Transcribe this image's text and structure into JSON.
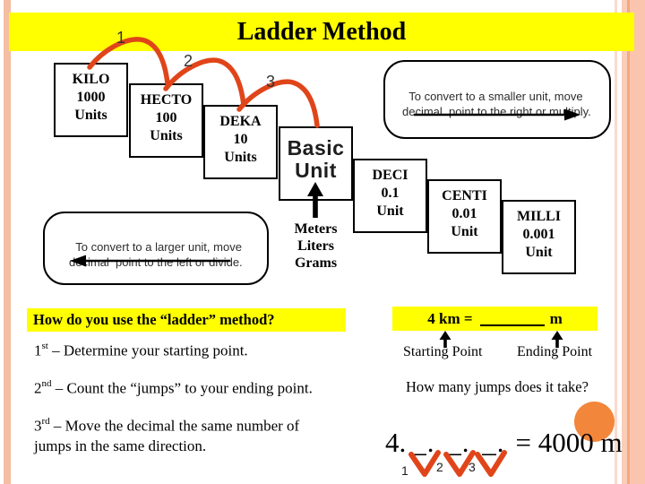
{
  "slide_title": "Ladder Method",
  "ladder": {
    "jump_labels": [
      "1",
      "2",
      "3"
    ],
    "boxes": [
      {
        "line1": "KILO",
        "line2": "1000",
        "line3": "Units"
      },
      {
        "line1": "HECTO",
        "line2": "100",
        "line3": "Units"
      },
      {
        "line1": "DEKA",
        "line2": "10",
        "line3": "Units"
      },
      {
        "line1": "Basic",
        "line2": "Unit"
      },
      {
        "line1": "DECI",
        "line2": "0.1",
        "line3": "Unit"
      },
      {
        "line1": "CENTI",
        "line2": "0.01",
        "line3": "Unit"
      },
      {
        "line1": "MILLI",
        "line2": "0.001",
        "line3": "Unit"
      }
    ],
    "base_unit_examples": "Meters\nLiters\nGrams"
  },
  "callouts": {
    "smaller_unit": "To convert to a smaller unit, move\ndecimal  point to the right or multiply.",
    "larger_unit": "To convert to a larger unit, move\ndecimal  point to the left or divide."
  },
  "how_to": {
    "question": "How do you use the “ladder” method?",
    "steps": [
      {
        "ordinal": "1",
        "suffix": "st",
        "text": " – Determine your starting point."
      },
      {
        "ordinal": "2",
        "suffix": "nd",
        "text": " – Count the “jumps” to your ending point."
      },
      {
        "ordinal": "3",
        "suffix": "rd",
        "text": " – Move the decimal the same number of\njumps in the same direction."
      }
    ]
  },
  "example": {
    "equation_prefix": "4 km =",
    "equation_unit": "m",
    "starting_point_label": "Starting Point",
    "ending_point_label": "Ending Point",
    "jumps_question": "How many jumps does it take?",
    "answer_start": "4.",
    "answer_blanks": "_. _. _.",
    "answer_result": "= 4000 m",
    "jump_numbers": [
      "1",
      "2",
      "3"
    ]
  },
  "colors": {
    "highlight_yellow": "#ffff00",
    "jump_arrow_red": "#e0451a",
    "accent_orange": "#f2863b",
    "border_salmon": "#f5bda2"
  }
}
